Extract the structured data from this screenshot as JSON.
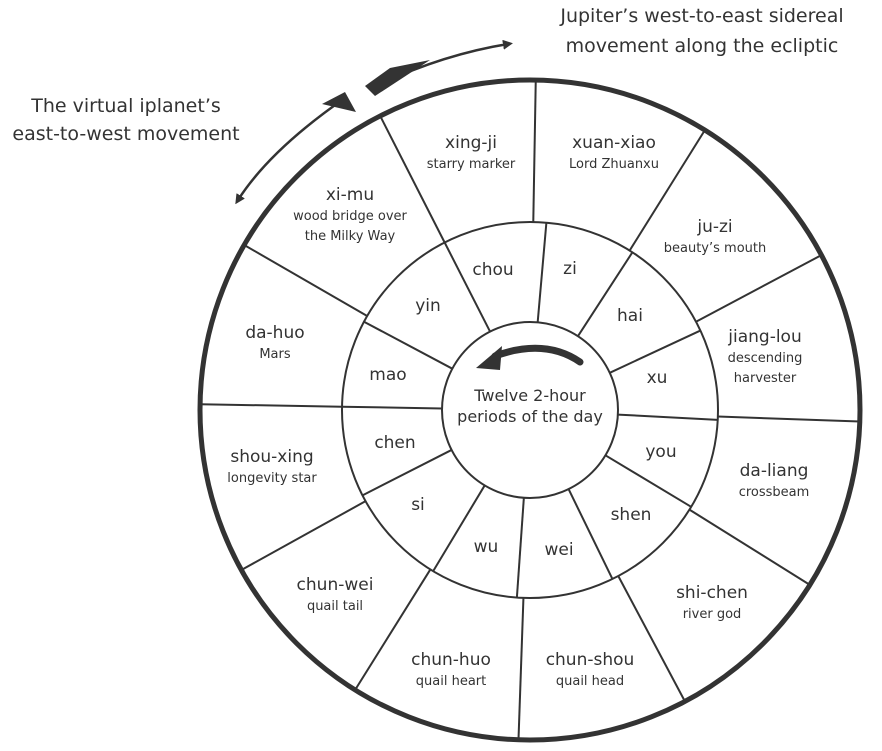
{
  "center_label": [
    "Twelve 2-hour",
    "periods of the day"
  ],
  "captions": {
    "jupiter": [
      "Jupiter’s west-to-east sidereal",
      "movement along the ecliptic"
    ],
    "virtual": [
      "The virtual iplanet’s",
      "east-to-west movement"
    ]
  },
  "stations": [
    {
      "name": "xuan-xiao",
      "meaning": [
        "Lord Zhuanxu"
      ]
    },
    {
      "name": "ju-zi",
      "meaning": [
        "beauty’s mouth"
      ]
    },
    {
      "name": "jiang-lou",
      "meaning": [
        "descending",
        "harvester"
      ]
    },
    {
      "name": "da-liang",
      "meaning": [
        "crossbeam"
      ]
    },
    {
      "name": "shi-chen",
      "meaning": [
        "river god"
      ]
    },
    {
      "name": "chun-shou",
      "meaning": [
        "quail head"
      ]
    },
    {
      "name": "chun-huo",
      "meaning": [
        "quail heart"
      ]
    },
    {
      "name": "chun-wei",
      "meaning": [
        "quail tail"
      ]
    },
    {
      "name": "shou-xing",
      "meaning": [
        "longevity star"
      ]
    },
    {
      "name": "da-huo",
      "meaning": [
        "Mars"
      ]
    },
    {
      "name": "xi-mu",
      "meaning": [
        "wood bridge over",
        "the Milky Way"
      ]
    },
    {
      "name": "xing-ji",
      "meaning": [
        "starry marker"
      ]
    }
  ],
  "branches": [
    "zi",
    "hai",
    "xu",
    "you",
    "shen",
    "wei",
    "wu",
    "si",
    "chen",
    "mao",
    "yin",
    "chou"
  ],
  "colors": {
    "ink": "#333333",
    "background": "#ffffff"
  }
}
